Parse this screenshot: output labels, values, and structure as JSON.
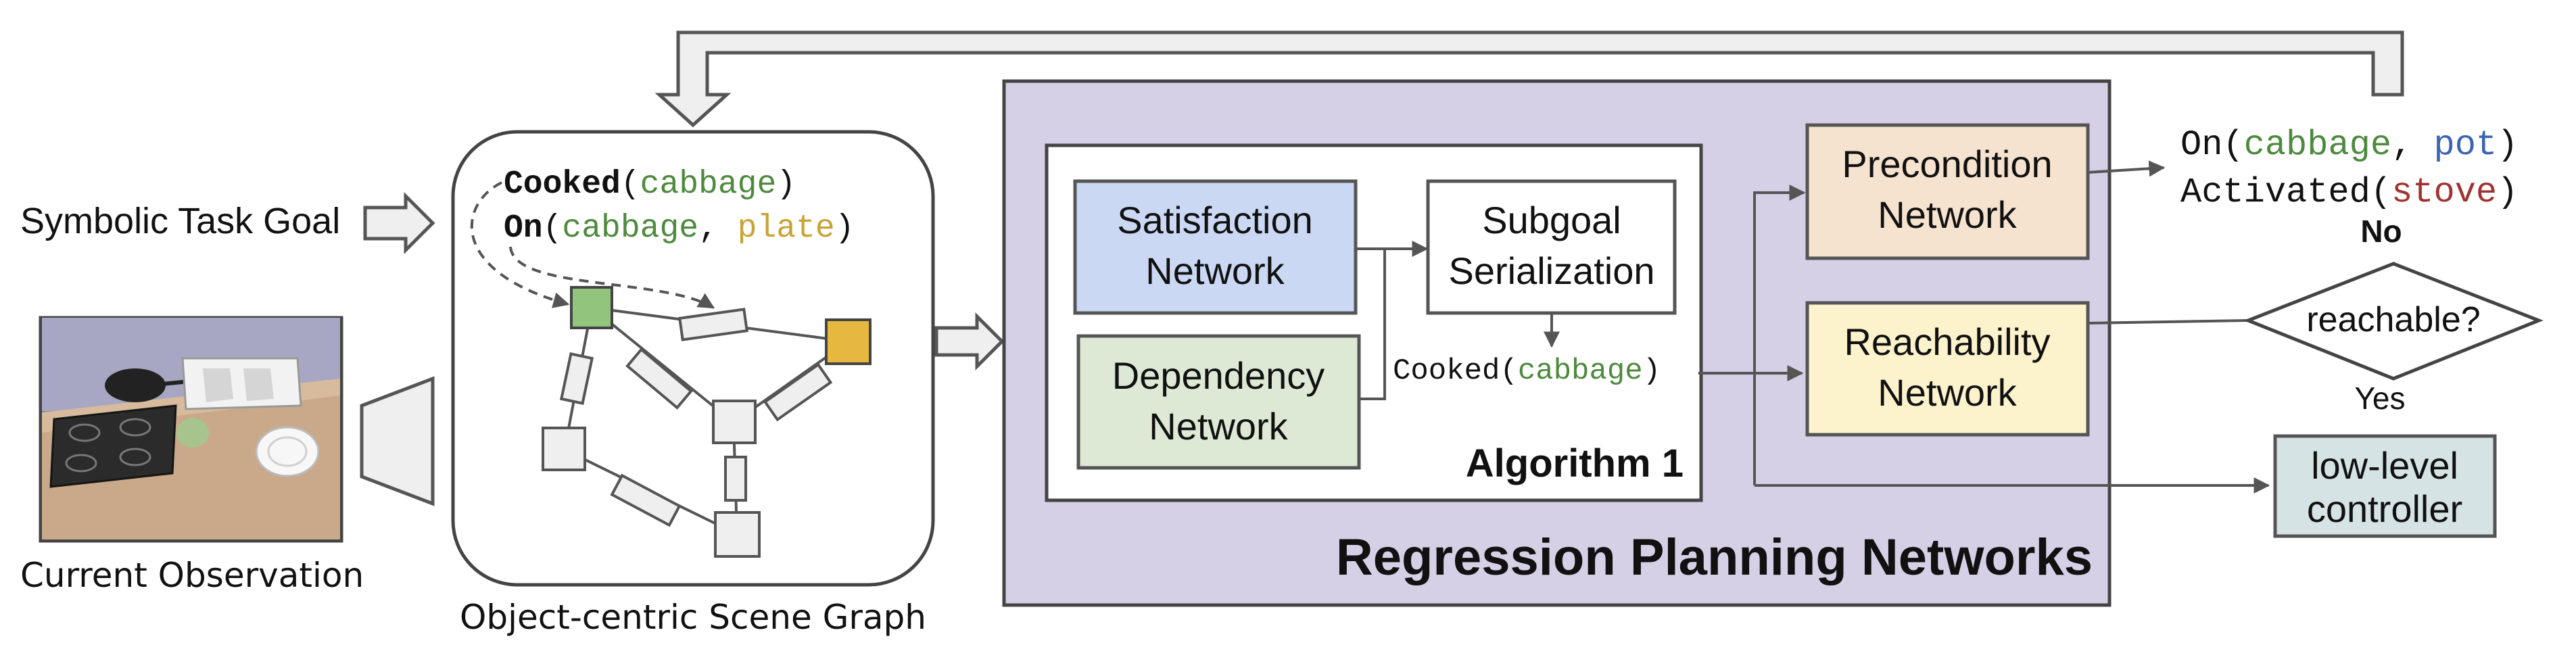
{
  "colors": {
    "rpn_panel": "#d6d0e6",
    "satisfaction": "#cbd8f4",
    "dependency": "#dde9d5",
    "precondition": "#f5e2cf",
    "reachability": "#fcf2cc",
    "controller": "#d6e3e4",
    "scene_node_green": "#93c47d",
    "scene_node_gold": "#e6b83f",
    "arg_green": "#4e8a3e",
    "arg_gold": "#c9a336",
    "arg_blue": "#3c64b4",
    "arg_red": "#a0332f"
  },
  "inputs": {
    "task_goal_label": "Symbolic Task Goal",
    "observation_label": "Current Observation"
  },
  "scene_graph": {
    "caption": "Object-centric Scene Graph",
    "goal1_pred": "Cooked",
    "goal1_open": "(",
    "goal1_arg": "cabbage",
    "goal1_close": ")",
    "goal2_pred": "On",
    "goal2_open": "(",
    "goal2_arg1": "cabbage",
    "goal2_sep": ", ",
    "goal2_arg2": "plate",
    "goal2_close": ")"
  },
  "rpn": {
    "title": "Regression Planning Networks",
    "algorithm_label": "Algorithm 1",
    "satisfaction_line1": "Satisfaction",
    "satisfaction_line2": "Network",
    "dependency_line1": "Dependency",
    "dependency_line2": "Network",
    "serialization_line1": "Subgoal",
    "serialization_line2": "Serialization",
    "subgoal_pred": "Cooked",
    "subgoal_open": "(",
    "subgoal_arg": "cabbage",
    "subgoal_close": ")",
    "precondition_line1": "Precondition",
    "precondition_line2": "Network",
    "reachability_line1": "Reachability",
    "reachability_line2": "Network"
  },
  "outputs": {
    "pre1_pred": "On",
    "pre1_open": "(",
    "pre1_arg1": "cabbage",
    "pre1_sep": ", ",
    "pre1_arg2": "pot",
    "pre1_close": ")",
    "pre2_pred": "Activated",
    "pre2_open": "(",
    "pre2_arg": "stove",
    "pre2_close": ")",
    "no_label": "No",
    "decision_label": "reachable?",
    "yes_label": "Yes",
    "controller_line1": "low-level",
    "controller_line2": "controller"
  }
}
